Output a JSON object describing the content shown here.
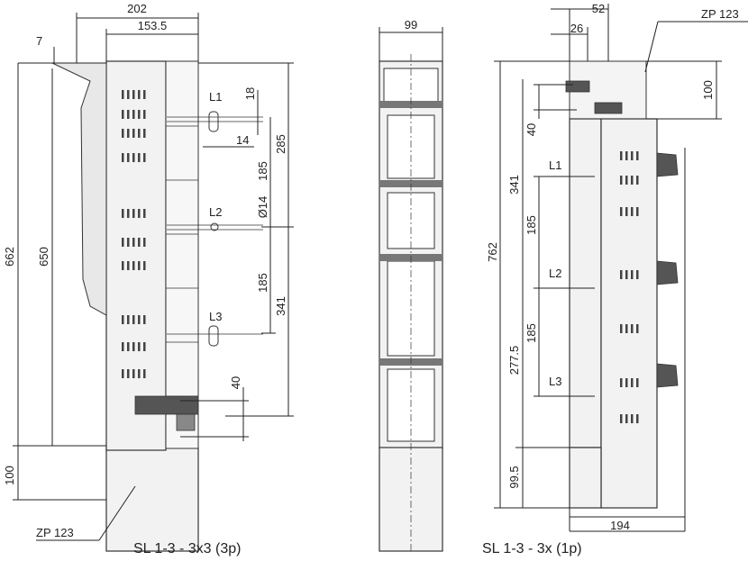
{
  "figure": {
    "caption_left": "SL 1-3 - 3x3 (3p)",
    "caption_right": "SL 1-3 - 3x (1p)",
    "left_view": {
      "overall_width": "202",
      "inner_width": "153.5",
      "top_offset": "7",
      "total_height": "662",
      "inner_height": "650",
      "base_height": "100",
      "phase_spacing_1": "185",
      "phase_spacing_2": "185",
      "top_to_L2": "285",
      "L2_to_bottom": "341",
      "terminal_height": "40",
      "bolt_width": "18",
      "bolt_length": "14",
      "hole_dia": "Ø14",
      "zp": "ZP 123",
      "labels": [
        "L1",
        "L2",
        "L3"
      ]
    },
    "front_view": {
      "width": "99"
    },
    "right_view": {
      "width_top": "52",
      "offset": "26",
      "zp": "ZP 123",
      "top_block": "100",
      "terminal": "40",
      "upper": "341",
      "spacing_1": "185",
      "spacing_2": "185",
      "lower": "277.5",
      "total_height": "762",
      "base": "99.5",
      "depth": "194",
      "labels": [
        "L1",
        "L2",
        "L3"
      ]
    }
  }
}
